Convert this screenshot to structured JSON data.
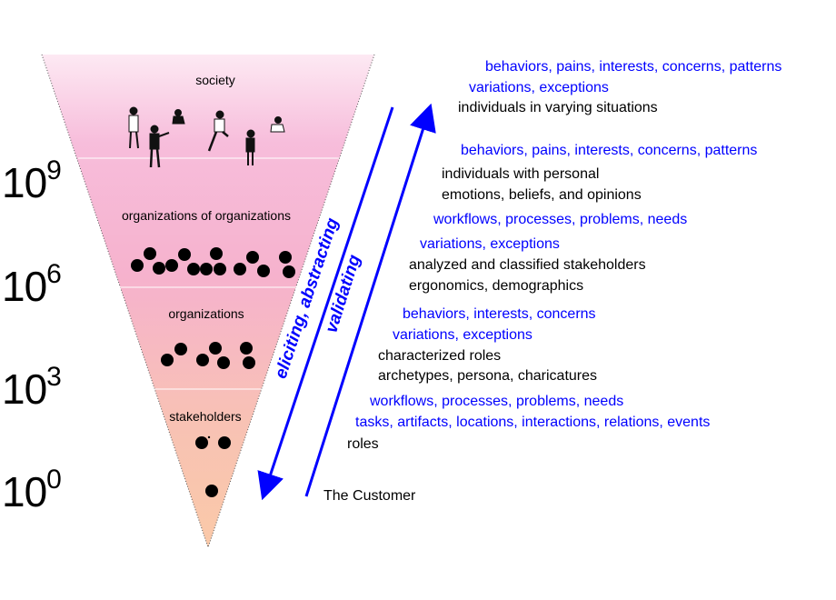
{
  "colors": {
    "blue": "#0000ff",
    "funnel_top": "#f7c3e0",
    "funnel_bottom": "#f9c8a6"
  },
  "scale": [
    {
      "base": "10",
      "exp": "9"
    },
    {
      "base": "10",
      "exp": "6"
    },
    {
      "base": "10",
      "exp": "3"
    },
    {
      "base": "10",
      "exp": "0"
    }
  ],
  "levels": {
    "society": "society",
    "orgs_of_orgs": "organizations of organizations",
    "orgs": "organizations",
    "stakeholders": "stakeholders"
  },
  "arrows": {
    "down": "eliciting, abstracting",
    "up": "validating"
  },
  "notes": {
    "society_1": "behaviors, pains, interests, concerns, patterns",
    "society_2": "variations, exceptions",
    "society_3": "individuals in varying situations",
    "oo_1": "behaviors, pains, interests, concerns, patterns",
    "oo_2": "individuals with personal",
    "oo_3": "emotions, beliefs, and opinions",
    "oo_4": "workflows, processes, problems, needs",
    "org_1": "variations, exceptions",
    "org_2": "analyzed and classified stakeholders",
    "org_3": "ergonomics, demographics",
    "st_1": "behaviors, interests, concerns",
    "st_2": "variations, exceptions",
    "st_3": "characterized roles",
    "st_4": "archetypes, persona, charicatures",
    "cu_1": "workflows, processes, problems, needs",
    "cu_2": "tasks, artifacts, locations, interactions, relations, events",
    "cu_3": "roles",
    "customer": "The Customer"
  }
}
